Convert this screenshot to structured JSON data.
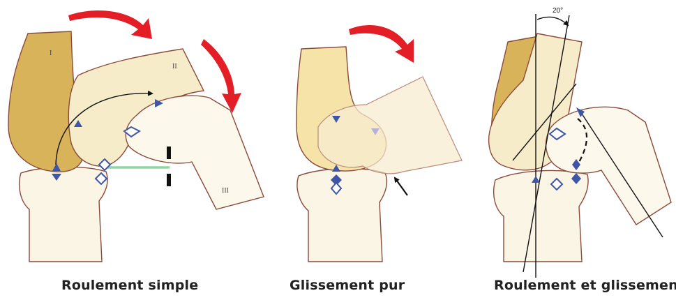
{
  "diagrams": [
    {
      "caption": "Roulement simple",
      "bone_labels": [
        "I",
        "II",
        "III"
      ]
    },
    {
      "caption": "Glissement pur"
    },
    {
      "caption": "Roulement et glissement",
      "angle_label": "20°"
    }
  ],
  "colors": {
    "femur_dark": "#d8b35a",
    "femur_light": "#f5e8bc",
    "bone_pale": "#fbf5e6",
    "outline": "#8a4a3a",
    "arrow_red": "#e41e26",
    "marker_blue": "#3f55a5",
    "contact_line": "#8fd6a3"
  }
}
